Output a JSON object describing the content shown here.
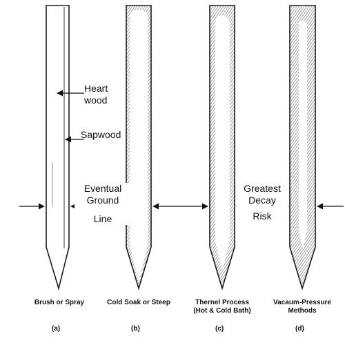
{
  "annotations": {
    "heartwood_line1": "Heart",
    "heartwood_line2": "wood",
    "sapwood": "Sapwood",
    "eventual_line1": "Eventual",
    "eventual_line2": "Ground",
    "eventual_line3": "Line",
    "decay_line1": "Greatest",
    "decay_line2": "Decay",
    "decay_line3": "Risk"
  },
  "posts": [
    {
      "id": "a",
      "tag": "(a)",
      "caption_line1": "Brush or Spray",
      "caption_line2": ""
    },
    {
      "id": "b",
      "tag": "(b)",
      "caption_line1": "Cold Soak or Steep",
      "caption_line2": ""
    },
    {
      "id": "c",
      "tag": "(c)",
      "caption_line1": "Thernel Process",
      "caption_line2": "(Hot & Cold Bath)"
    },
    {
      "id": "d",
      "tag": "(d)",
      "caption_line1": "Vacaum-Pressure",
      "caption_line2": "Methods"
    }
  ],
  "colors": {
    "outline": "#1a1a1a",
    "treated_shade": "#9a9a9a",
    "wood": "#ffffff"
  }
}
